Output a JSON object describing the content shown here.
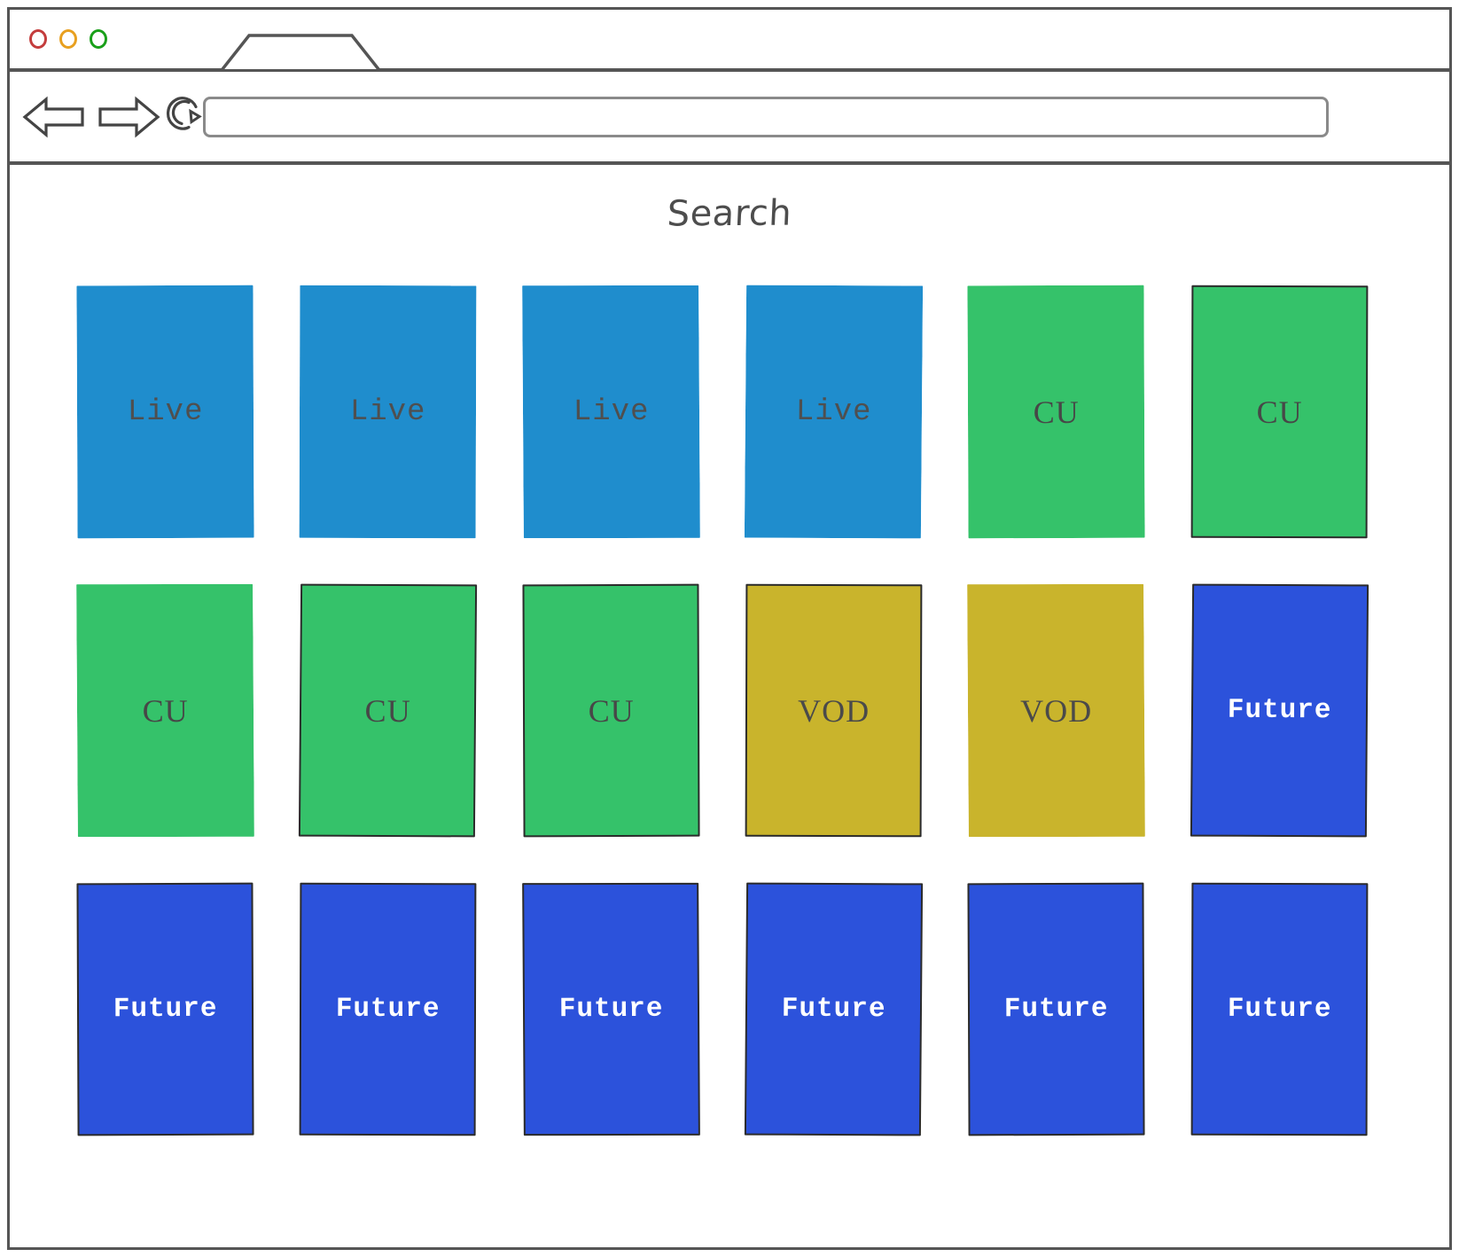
{
  "window": {
    "traffic_lights": [
      {
        "name": "close",
        "color": "#c43d3d"
      },
      {
        "name": "minimize",
        "color": "#e8a020"
      },
      {
        "name": "maximize",
        "color": "#1aa01a"
      }
    ],
    "tab": {
      "label": ""
    }
  },
  "toolbar": {
    "back_icon": "back-arrow-icon",
    "forward_icon": "forward-arrow-icon",
    "reload_icon": "reload-icon",
    "url_value": "",
    "url_placeholder": ""
  },
  "page": {
    "title": "Search"
  },
  "legend_colors": {
    "live": "#1f8dcd",
    "cu": "#35c26a",
    "vod": "#c9b42c",
    "future": "#2c52db"
  },
  "grid": {
    "columns": 6,
    "rows": 3,
    "cards": [
      {
        "label": "Live",
        "type": "live",
        "outlined": false
      },
      {
        "label": "Live",
        "type": "live",
        "outlined": false
      },
      {
        "label": "Live",
        "type": "live",
        "outlined": false
      },
      {
        "label": "Live",
        "type": "live",
        "outlined": false
      },
      {
        "label": "CU",
        "type": "cu",
        "outlined": false
      },
      {
        "label": "CU",
        "type": "cu",
        "outlined": true
      },
      {
        "label": "CU",
        "type": "cu",
        "outlined": false
      },
      {
        "label": "CU",
        "type": "cu",
        "outlined": true
      },
      {
        "label": "CU",
        "type": "cu",
        "outlined": true
      },
      {
        "label": "VOD",
        "type": "vod",
        "outlined": true
      },
      {
        "label": "VOD",
        "type": "vod",
        "outlined": false
      },
      {
        "label": "Future",
        "type": "future",
        "outlined": true
      },
      {
        "label": "Future",
        "type": "future",
        "outlined": true
      },
      {
        "label": "Future",
        "type": "future",
        "outlined": true
      },
      {
        "label": "Future",
        "type": "future",
        "outlined": true
      },
      {
        "label": "Future",
        "type": "future",
        "outlined": true
      },
      {
        "label": "Future",
        "type": "future",
        "outlined": true
      },
      {
        "label": "Future",
        "type": "future",
        "outlined": true
      }
    ]
  }
}
